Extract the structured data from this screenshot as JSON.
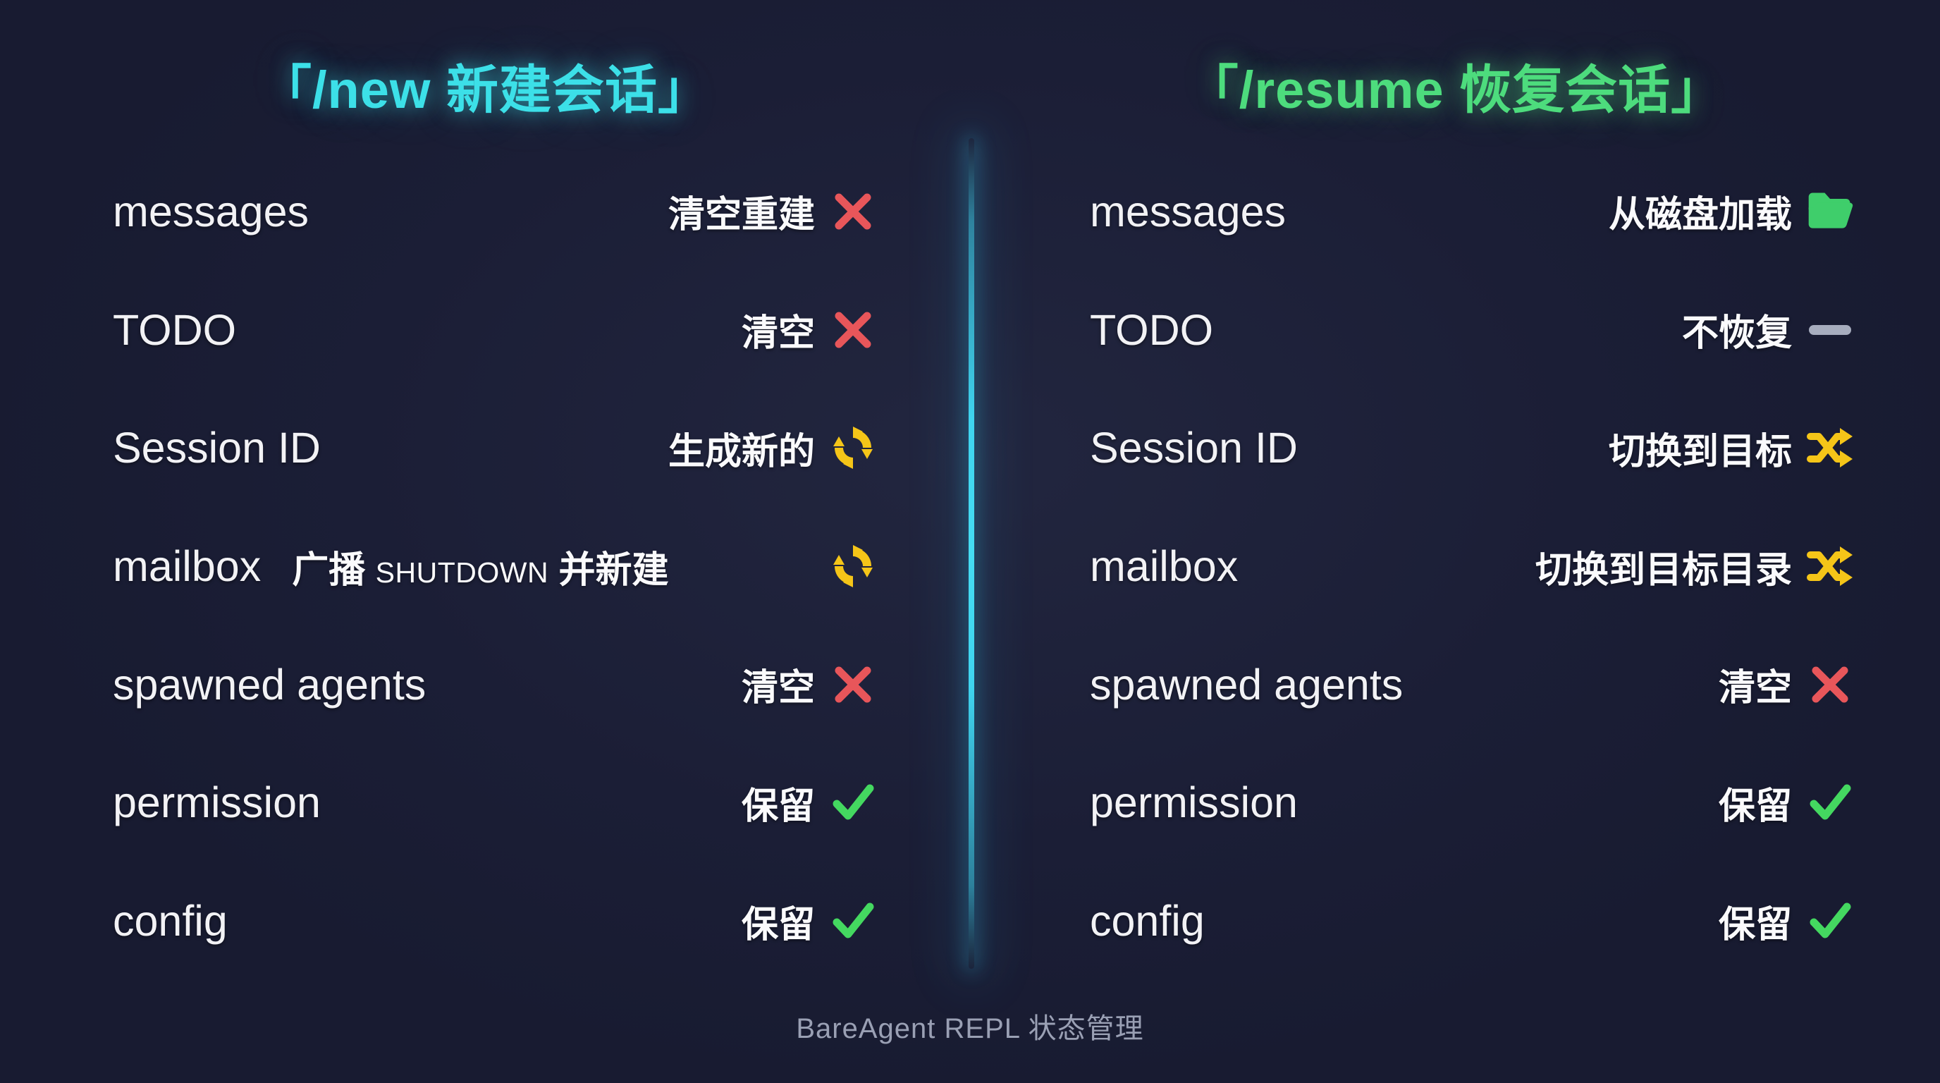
{
  "footer": {
    "text": "BareAgent REPL 状态管理"
  },
  "colors": {
    "background": "#1b1e36",
    "title_left": "#3ce0e8",
    "title_right": "#4ddc7d",
    "divider": "#45dcf2",
    "cross_red": "#e8565a",
    "check_green": "#44d860",
    "sync_yellow": "#f5c518",
    "shuffle_yellow": "#f5c518",
    "folder_green": "#3fce6b",
    "dash_gray": "#a7adbe",
    "key_text": "#f2f2f5",
    "value_text": "#fafafc",
    "footer_text": "#9aa0b4"
  },
  "columns": [
    {
      "title": "「/new 新建会话」",
      "side": "left",
      "rows": [
        {
          "key": "messages",
          "value": "清空重建",
          "value_pre": "",
          "value_caps": "",
          "value_post": "",
          "icon": "cross-icon",
          "inline": false
        },
        {
          "key": "TODO",
          "value": "清空",
          "value_pre": "",
          "value_caps": "",
          "value_post": "",
          "icon": "cross-icon",
          "inline": false
        },
        {
          "key": "Session ID",
          "value": "生成新的",
          "value_pre": "",
          "value_caps": "",
          "value_post": "",
          "icon": "sync-icon",
          "inline": false
        },
        {
          "key": "mailbox",
          "value": "",
          "value_pre": "广播 ",
          "value_caps": "SHUTDOWN",
          "value_post": " 并新建",
          "icon": "sync-icon",
          "inline": true
        },
        {
          "key": "spawned agents",
          "value": "清空",
          "value_pre": "",
          "value_caps": "",
          "value_post": "",
          "icon": "cross-icon",
          "inline": false
        },
        {
          "key": "permission",
          "value": "保留",
          "value_pre": "",
          "value_caps": "",
          "value_post": "",
          "icon": "check-icon",
          "inline": false
        },
        {
          "key": "config",
          "value": "保留",
          "value_pre": "",
          "value_caps": "",
          "value_post": "",
          "icon": "check-icon",
          "inline": false
        }
      ]
    },
    {
      "title": "「/resume 恢复会话」",
      "side": "right",
      "rows": [
        {
          "key": "messages",
          "value": "从磁盘加载",
          "value_pre": "",
          "value_caps": "",
          "value_post": "",
          "icon": "folder-icon",
          "inline": false
        },
        {
          "key": "TODO",
          "value": "不恢复",
          "value_pre": "",
          "value_caps": "",
          "value_post": "",
          "icon": "dash-icon",
          "inline": false
        },
        {
          "key": "Session ID",
          "value": "切换到目标",
          "value_pre": "",
          "value_caps": "",
          "value_post": "",
          "icon": "shuffle-icon",
          "inline": false
        },
        {
          "key": "mailbox",
          "value": "切换到目标目录",
          "value_pre": "",
          "value_caps": "",
          "value_post": "",
          "icon": "shuffle-icon",
          "inline": false
        },
        {
          "key": "spawned agents",
          "value": "清空",
          "value_pre": "",
          "value_caps": "",
          "value_post": "",
          "icon": "cross-icon",
          "inline": false
        },
        {
          "key": "permission",
          "value": "保留",
          "value_pre": "",
          "value_caps": "",
          "value_post": "",
          "icon": "check-icon",
          "inline": false
        },
        {
          "key": "config",
          "value": "保留",
          "value_pre": "",
          "value_caps": "",
          "value_post": "",
          "icon": "check-icon",
          "inline": false
        }
      ]
    }
  ]
}
